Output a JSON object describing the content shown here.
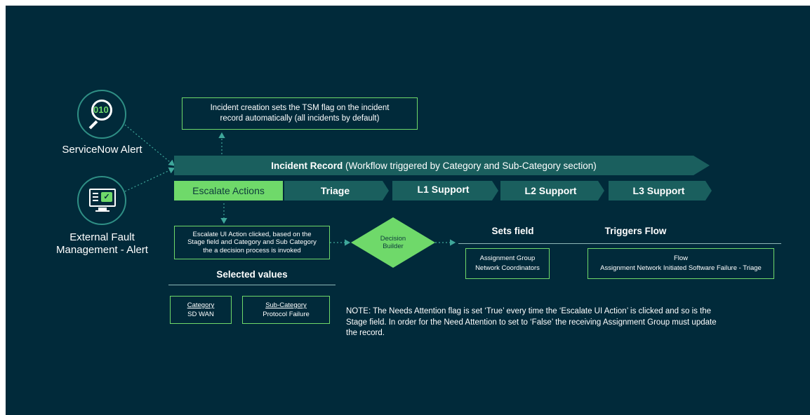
{
  "sources": {
    "servicenow": {
      "icon_text": "010",
      "label": "ServiceNow Alert"
    },
    "external": {
      "label_line1": "External Fault",
      "label_line2": "Management - Alert"
    }
  },
  "top_note": {
    "line1": "Incident creation sets the TSM flag on the incident",
    "line2": "record automatically (all incidents by default)"
  },
  "incident_record": {
    "bold": "Incident Record",
    "rest": " (Workflow triggered by Category and Sub-Category section)"
  },
  "stages": [
    "Escalate Actions",
    "Triage",
    "L1 Support",
    "L2 Support",
    "L3 Support"
  ],
  "escalate_box": {
    "line1": "Escalate UI Action clicked, based on the",
    "line2": "Stage field and Category and Sub Category",
    "line3": "the a decision process is invoked"
  },
  "decision": {
    "line1": "Decision",
    "line2": "Builder"
  },
  "selected_values": {
    "heading": "Selected values",
    "category": {
      "label": "Category",
      "value": "SD WAN"
    },
    "subcategory": {
      "label": "Sub-Category",
      "value": "Protocol Failure"
    }
  },
  "sets_field": {
    "heading": "Sets field",
    "line1": "Assignment Group",
    "line2": "Network Coordinators"
  },
  "triggers_flow": {
    "heading": "Triggers Flow",
    "line1": "Flow",
    "line2": "Assignment Network Initiated Software Failure - Triage"
  },
  "note": {
    "line1": "NOTE: The Needs Attention flag is set ‘True’ every time the ‘Escalate UI Action’ is clicked and so is the",
    "line2": "Stage field. In order for the Need Attention to set to ‘False’ the receiving Assignment Group must update",
    "line3": "the record."
  },
  "colors": {
    "background": "#012a3a",
    "accent_green": "#6fd96a",
    "teal": "#1f6f6b",
    "line": "#8fb8b8"
  }
}
